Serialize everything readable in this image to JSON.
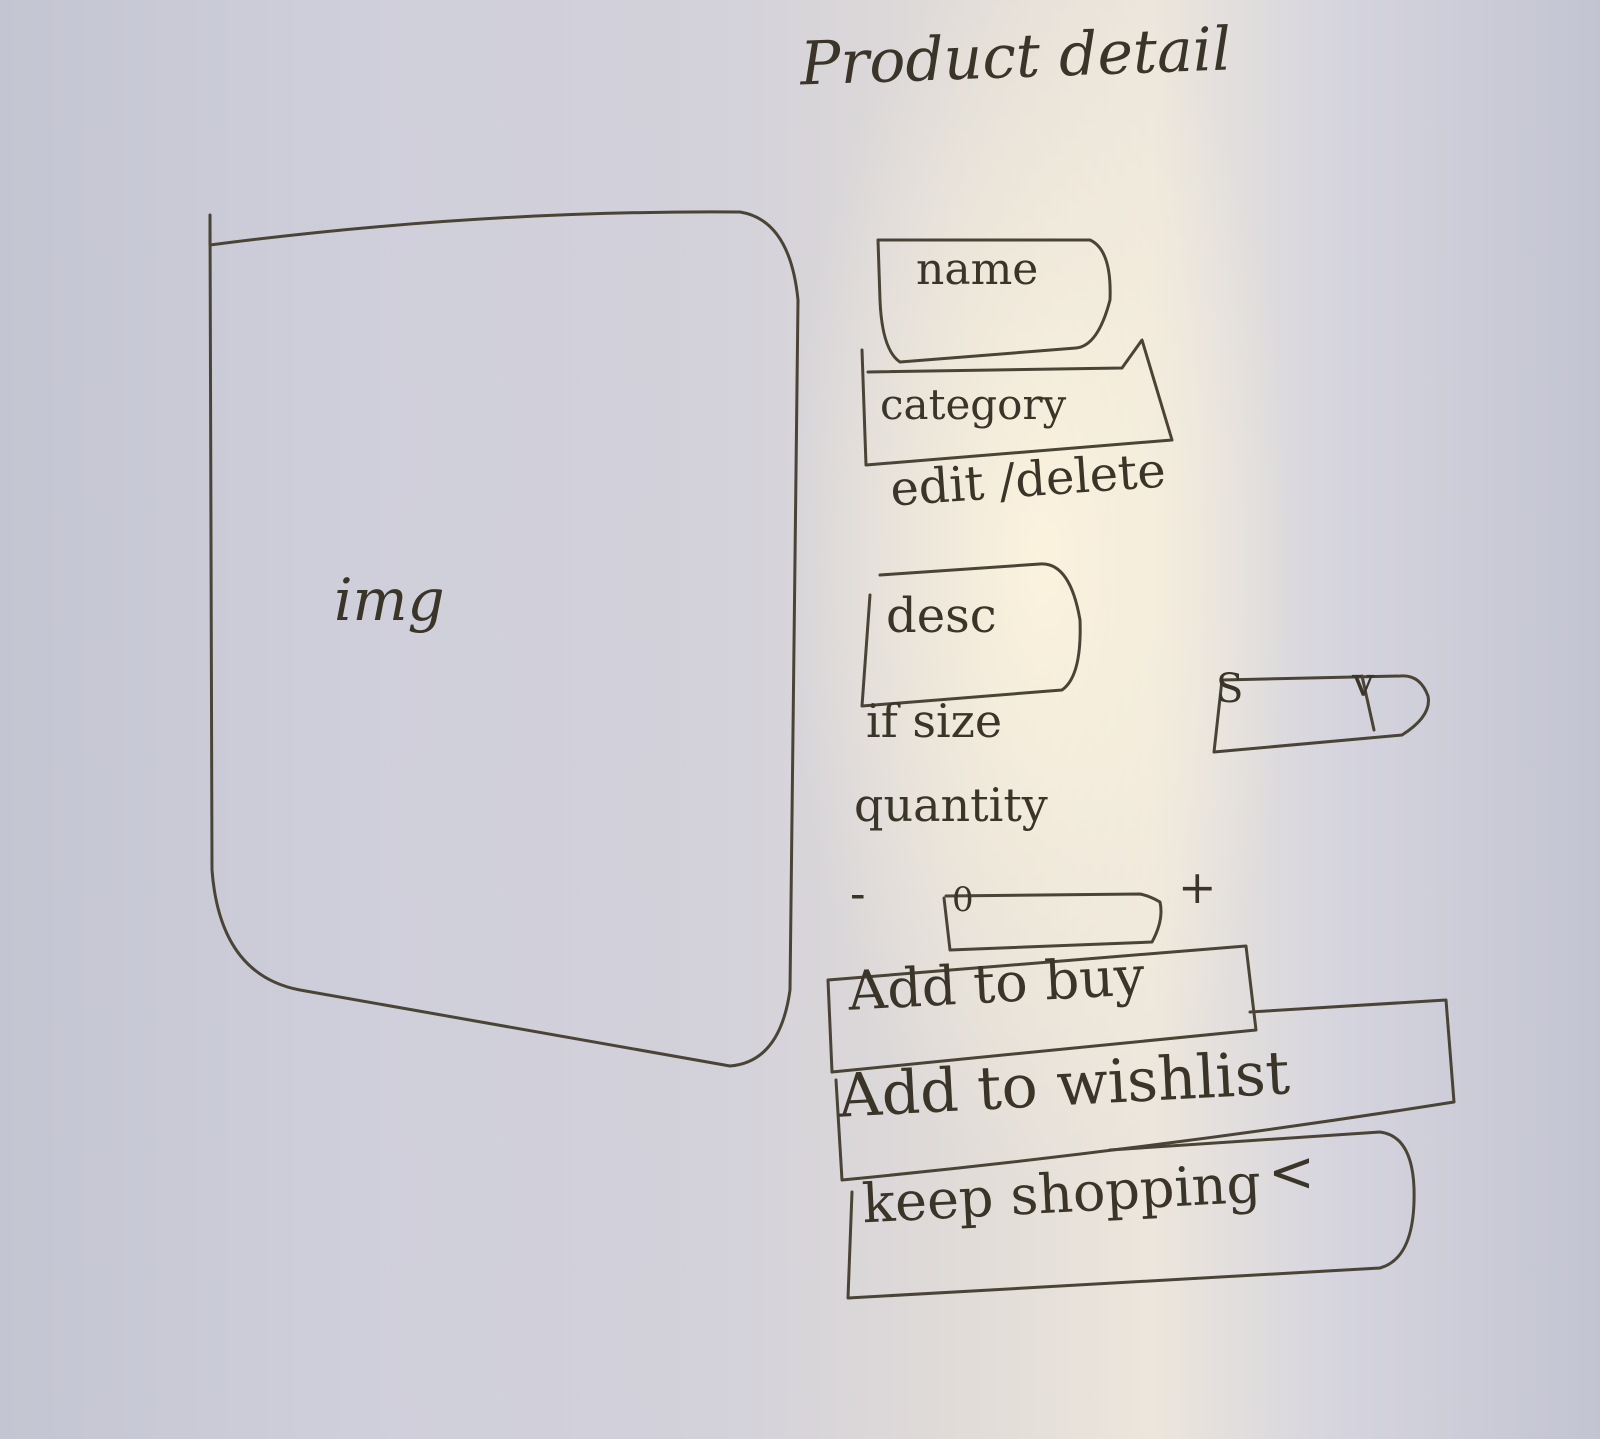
{
  "page": {
    "title": "Product detail"
  },
  "image_placeholder": {
    "label": "img"
  },
  "product": {
    "name_label": "name",
    "category_label": "category",
    "actions_label": "edit /delete",
    "description_label": "desc"
  },
  "size": {
    "label": "if size",
    "selected": "S",
    "caret": "v",
    "caret_icon": "chevron-down-icon"
  },
  "quantity": {
    "label": "quantity",
    "decrement": "-",
    "value": "0",
    "increment": "+"
  },
  "buttons": {
    "add_to_buy": "Add to buy",
    "add_to_wishlist": "Add to wishlist",
    "keep_shopping": "keep shopping",
    "keep_shopping_icon_glyph": "<",
    "keep_shopping_icon": "back-arrow-icon"
  },
  "colors": {
    "ink": "#3a3528",
    "paper": "#d3d1da"
  }
}
